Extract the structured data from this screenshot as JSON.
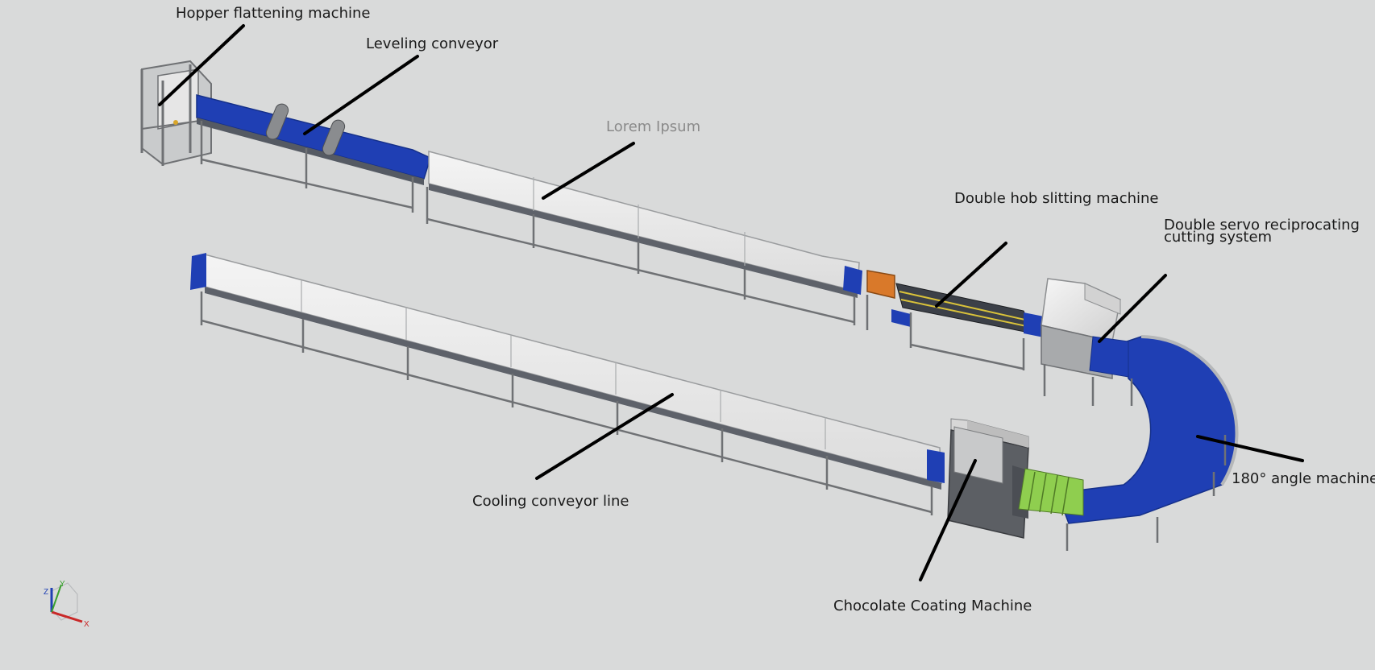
{
  "labels": {
    "hopper": "Hopper flattening machine",
    "leveling": "Leveling conveyor",
    "placeholder": "Lorem Ipsum",
    "double_hob": "Double hob slitting machine",
    "double_servo": "Double servo reciprocating\ncutting system",
    "angle": "180° angle machine",
    "cooling": "Cooling conveyor line",
    "chocolate": "Chocolate Coating Machine"
  },
  "axes": {
    "x": "X",
    "y": "Y",
    "z": "Z"
  },
  "colors": {
    "background": "#d9dada",
    "belt_blue": "#1f3fb4",
    "cover_white": "#f0f0f0",
    "frame_gray": "#7d7f82",
    "cabinet_gray": "#8c8e90",
    "leader_line": "#000000",
    "orange_part": "#d9792a",
    "green_rollers": "#8fce4f"
  }
}
